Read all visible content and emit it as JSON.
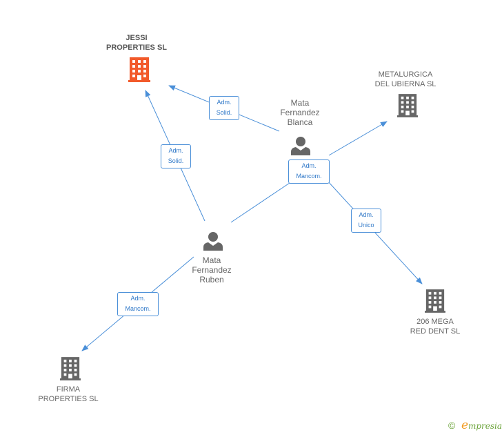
{
  "colors": {
    "edge": "#4a8fd8",
    "main_company": "#f25a2b",
    "company": "#666666",
    "person": "#666666",
    "footer_green": "#6ba33a",
    "footer_orange": "#f29a1f"
  },
  "nodes": {
    "jessi": {
      "name": "JESSI\nPROPERTIES SL",
      "icon": "building-icon"
    },
    "metalurgica": {
      "name": "METALURGICA\nDEL UBIERNA  SL",
      "icon": "building-icon"
    },
    "mega": {
      "name": "206 MEGA\nRED DENT SL",
      "icon": "building-icon"
    },
    "firma": {
      "name": "FIRMA\nPROPERTIES SL",
      "icon": "building-icon"
    },
    "blanca": {
      "name": "Mata\nFernandez\nBlanca",
      "icon": "person-icon"
    },
    "ruben": {
      "name": "Mata\nFernandez\nRuben",
      "icon": "person-icon"
    }
  },
  "edges": {
    "blanca_jessi": "Adm.\nSolid.",
    "ruben_jessi": "Adm.\nSolid.",
    "blanca_group": "Adm.\nMancom.",
    "blanca_mega": "Adm.\nUnico",
    "ruben_firma": "Adm.\nMancom."
  },
  "footer": {
    "copyright": "©",
    "brand_initial": "e",
    "brand_rest": "mpresia"
  }
}
